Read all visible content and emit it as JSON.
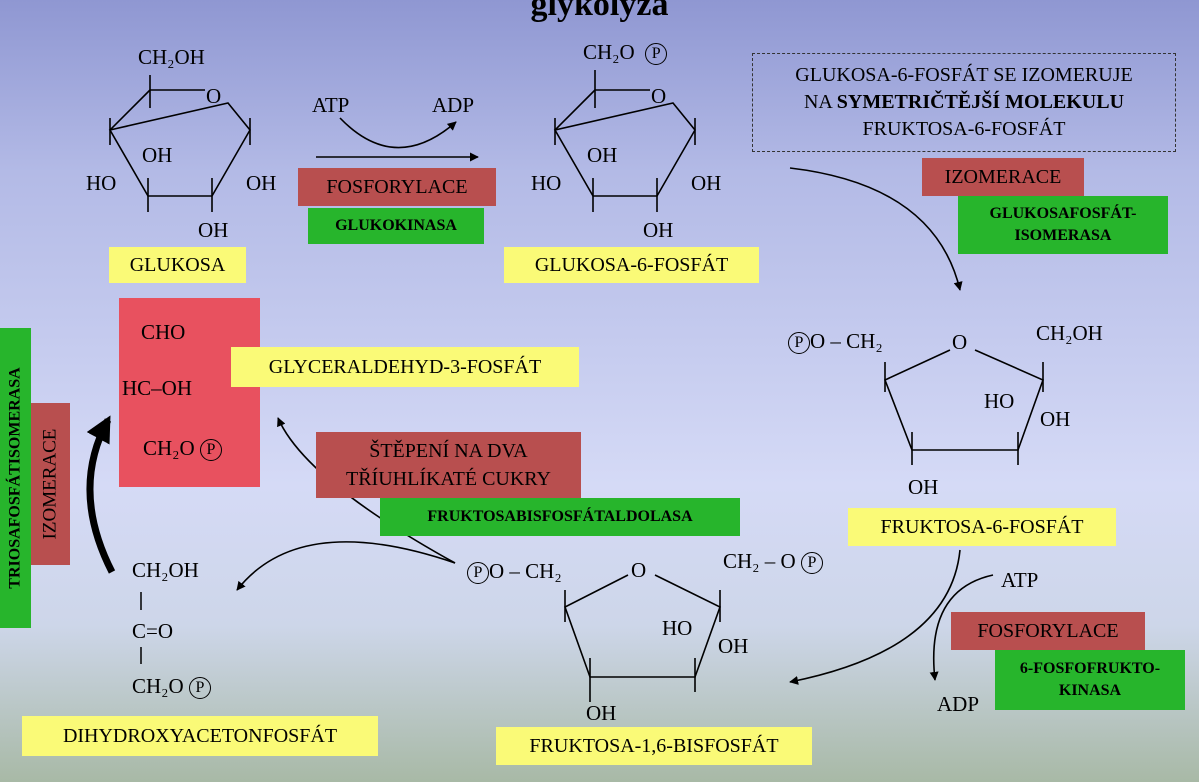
{
  "title": "glykolýza",
  "glucose": {
    "ch2oh": "CH₂OH",
    "ring_o": "O",
    "oh_inner": "OH",
    "ho_left": "HO",
    "oh_right": "OH",
    "oh_bottom": "OH",
    "name": "GLUKOSA"
  },
  "step1": {
    "atp": "ATP",
    "adp": "ADP",
    "process": "FOSFORYLACE",
    "enzyme": "GLUKOKINASA"
  },
  "g6p": {
    "ch2o": "CH₂O",
    "p": "P",
    "ring_o": "O",
    "oh_inner": "OH",
    "ho_left": "HO",
    "oh_right": "OH",
    "oh_bottom": "OH",
    "name": "GLUKOSA-6-FOSFÁT"
  },
  "note": {
    "line1": "GLUKOSA-6-FOSFÁT SE IZOMERUJE",
    "line2_pre": "NA ",
    "line2_bold": "SYMETRIČTĚJŠÍ MOLEKULU",
    "line3": "FRUKTOSA-6-FOSFÁT"
  },
  "step2": {
    "process": "IZOMERACE",
    "enzyme_line1": "GLUKOSAFOSFÁT-",
    "enzyme_line2": "ISOMERASA"
  },
  "f6p": {
    "p": "P",
    "left_group": "O – CH₂",
    "ring_o": "O",
    "ch2oh": "CH₂OH",
    "ho": "HO",
    "oh_right": "OH",
    "oh_bottom": "OH",
    "name": "FRUKTOSA-6-FOSFÁT"
  },
  "step3": {
    "atp": "ATP",
    "adp": "ADP",
    "process": "FOSFORYLACE",
    "enzyme_line1": "6-FOSFOFRUKTO-",
    "enzyme_line2": "KINASA"
  },
  "f16bp": {
    "p_left": "P",
    "left_group": "O – CH₂",
    "ring_o": "O",
    "right_group": "CH₂ – O",
    "p_right": "P",
    "ho": "HO",
    "oh_right": "OH",
    "oh_bottom": "OH",
    "name": "FRUKTOSA-1,6-BISFOSFÁT"
  },
  "step4": {
    "process_line1": "ŠTĚPENÍ NA DVA",
    "process_line2": "TŘÍUHLÍKATÉ CUKRY",
    "enzyme": "FRUKTOSABISFOSFÁTALDOLASA"
  },
  "dhap": {
    "l1": "CH₂OH",
    "l2": "C=O",
    "l3": "CH₂O",
    "p": "P",
    "name": "DIHYDROXYACETONFOSFÁT"
  },
  "gap": {
    "l1": "CHO",
    "l2": "HC–OH",
    "l3": "CH₂O",
    "p": "P",
    "name": "GLYCERALDEHYD-3-FOSFÁT"
  },
  "step5": {
    "process": "IZOMERACE",
    "enzyme": "TRIOSAFOSFÁTISOMERASA"
  },
  "colors": {
    "name_label": "#fafa77",
    "process_label": "#b84f4f",
    "enzyme_label": "#27b52c",
    "gap_box": "#e8515f"
  }
}
